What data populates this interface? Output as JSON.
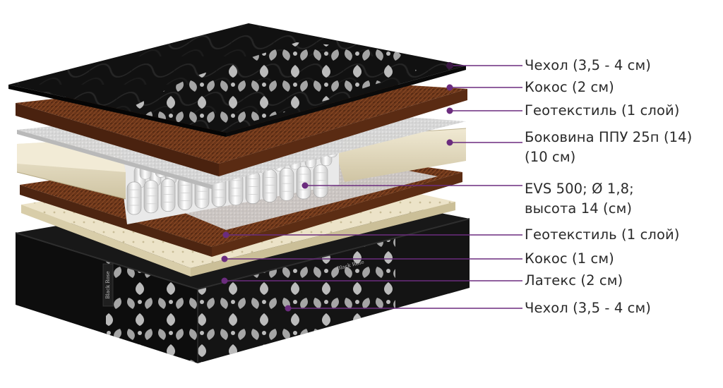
{
  "colors": {
    "leader": "#6b2c7e",
    "label_text": "#2a2a2a",
    "cover": "#121212",
    "coir": "#6b3519",
    "geotextile": "#d6d6d6",
    "foam_side": "#e8dfc6",
    "spring": "#f1f1f1",
    "latex": "#ece3c8"
  },
  "labels": [
    "Чехол (3,5 - 4 см)",
    "Кокос (2 см)",
    "Геотекстиль (1 слой)",
    "Боковина ППУ 25п (14)",
    "(10 см)",
    "EVS 500; Ø 1,8;",
    "высота 14 (см)",
    "Геотекстиль (1 слой)",
    "Кокос (1 см)",
    "Латекс (2 см)",
    "Чехол (3,5 - 4 см)"
  ],
  "brand_tags": [
    "Black Rose",
    "Black Rose"
  ]
}
